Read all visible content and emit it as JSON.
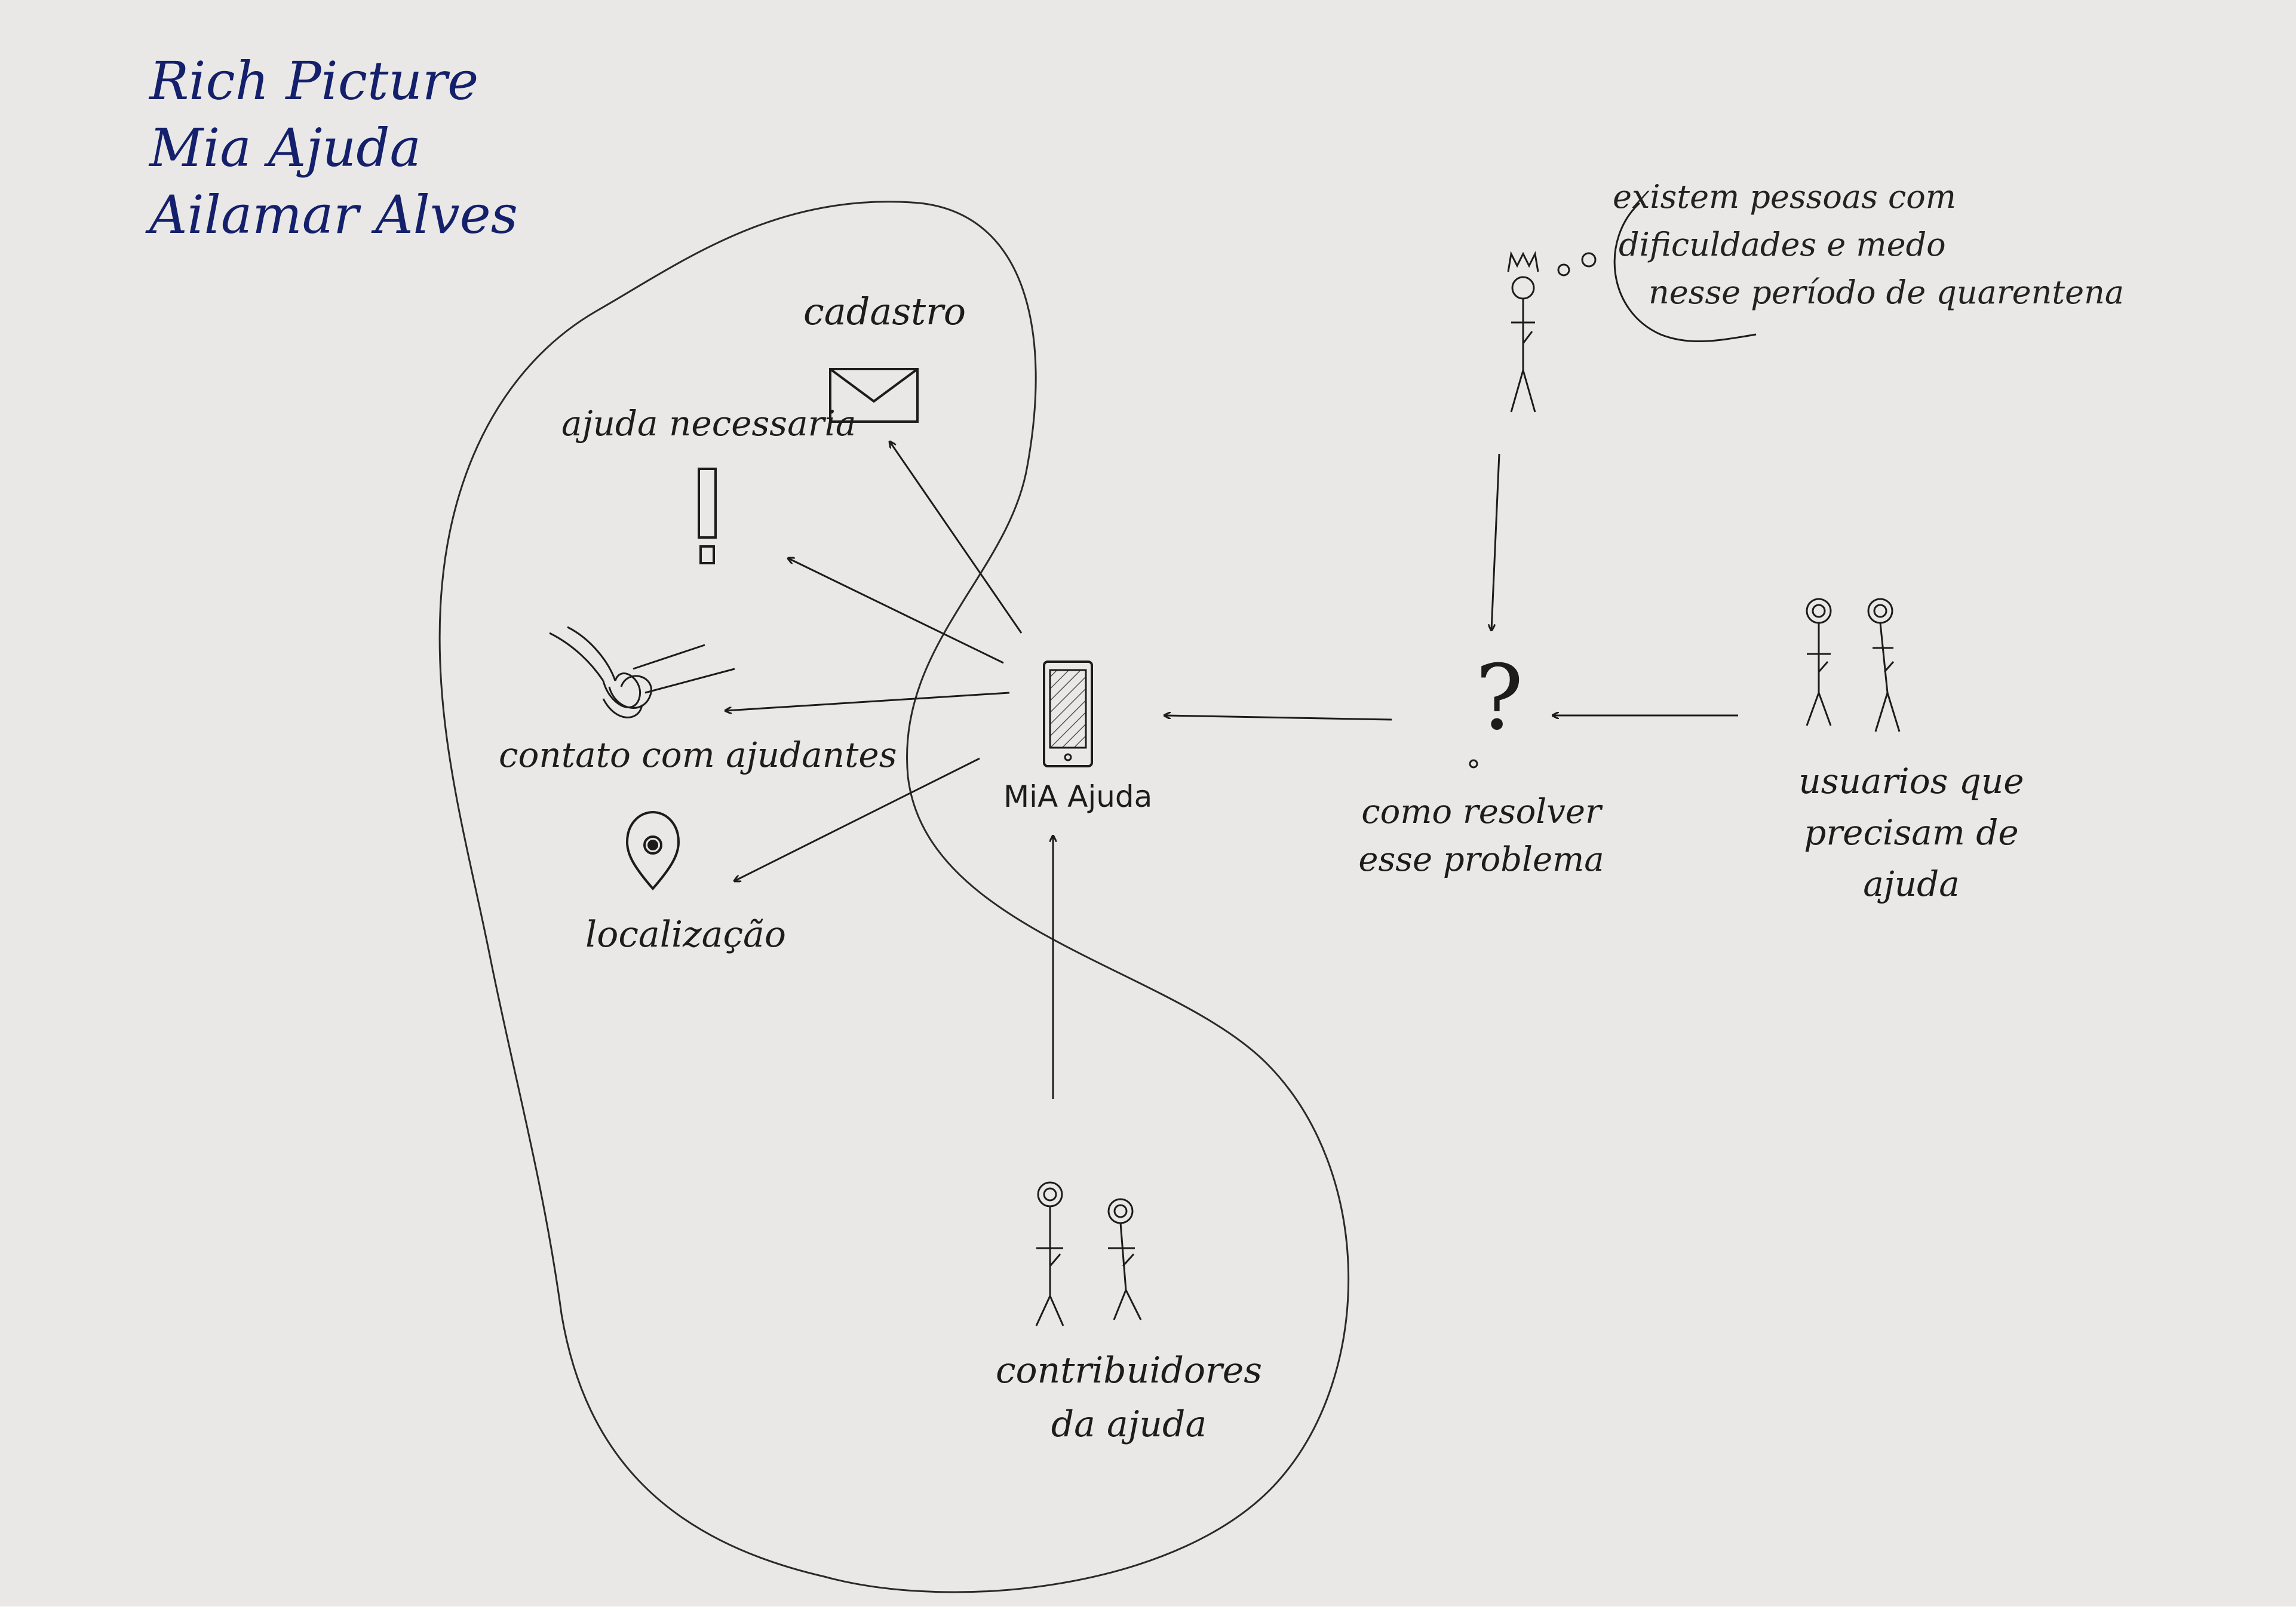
{
  "title": {
    "line1": "Rich Picture",
    "line2": "Mia Ajuda",
    "line3": "Ailamar Alves"
  },
  "labels": {
    "cadastro": "cadastro",
    "ajuda_necessaria": "ajuda necessaria",
    "contato": "contato com ajudantes",
    "localizacao": "localização",
    "app": "MiA Ajuda",
    "problema_line1": "como resolver",
    "problema_line2": "esse problema",
    "usuarios_line1": "usuarios que",
    "usuarios_line2": "precisam de",
    "usuarios_line3": "ajuda",
    "contribuidores_line1": "contribuidores",
    "contribuidores_line2": "da ajuda"
  },
  "thought": {
    "line1": "existem pessoas com",
    "line2": "dificuldades e medo",
    "line3": "nesse período de quarentena"
  },
  "question_mark": "?",
  "exclamation_mark": "!",
  "colors": {
    "ink": "#1c1c1c",
    "title_ink": "#14206b",
    "paper": "#e9e8e6"
  }
}
